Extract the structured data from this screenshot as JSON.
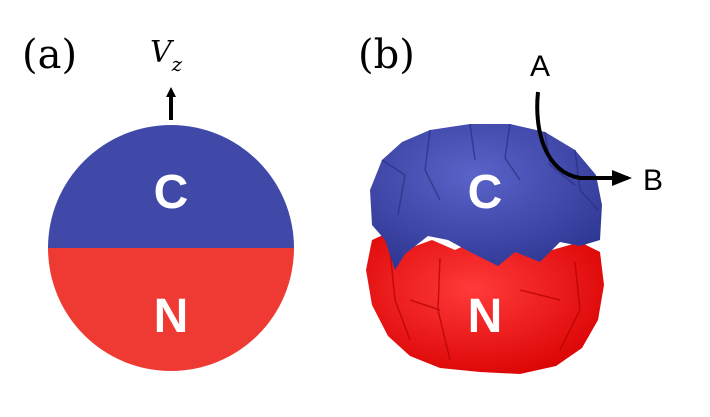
{
  "panel_a": {
    "label": "(a)",
    "velocity_symbol": "V",
    "velocity_subscript": "z",
    "top_region": "C",
    "bottom_region": "N"
  },
  "panel_b": {
    "label": "(b)",
    "top_region": "C",
    "bottom_region": "N",
    "arrow_start": "A",
    "arrow_end": "B"
  },
  "colors": {
    "c_region": "#4049a8",
    "n_region": "#ef3a33",
    "n_region_3d": "#ff1a1a",
    "text_on_region": "#ffffff",
    "ink": "#000000"
  }
}
